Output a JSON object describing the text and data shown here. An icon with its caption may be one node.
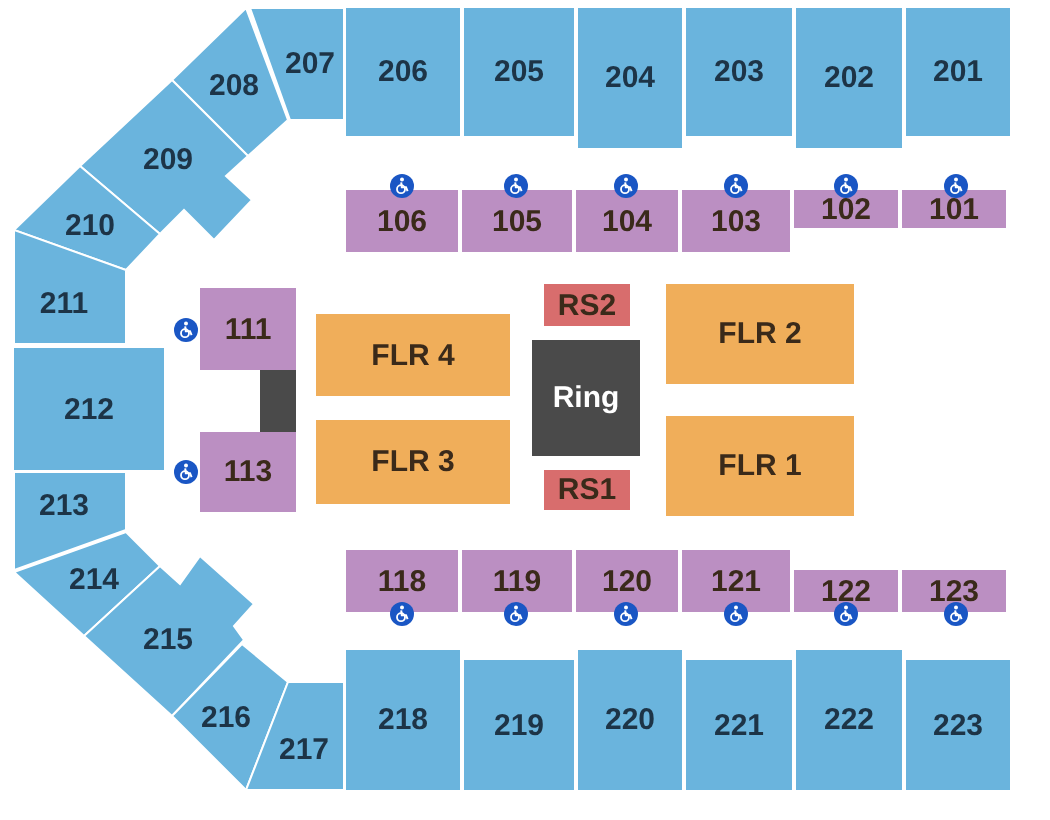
{
  "diagram": {
    "nodes": [
      {
        "text": [
          "207"
        ]
      },
      {
        "text": [
          "206"
        ]
      },
      {
        "text": [
          "205"
        ]
      },
      {
        "text": [
          "204"
        ]
      },
      {
        "text": [
          "203"
        ]
      },
      {
        "text": [
          "202"
        ]
      },
      {
        "text": [
          "201"
        ]
      },
      {
        "text": [
          "208"
        ]
      },
      {
        "text": [
          "209"
        ]
      },
      {
        "text": [
          "106"
        ]
      },
      {
        "text": [
          "105"
        ]
      },
      {
        "text": [
          "104"
        ]
      },
      {
        "text": [
          "103"
        ]
      },
      {
        "text": [
          "102"
        ]
      },
      {
        "text": [
          "101"
        ]
      },
      {
        "text": [
          "210"
        ]
      },
      {
        "text": [
          "211"
        ]
      },
      {
        "text": [
          "111"
        ]
      },
      {
        "text": [
          "RS2"
        ]
      },
      {
        "text": [
          "FLR 4"
        ]
      },
      {
        "text": [
          "FLR 2"
        ]
      },
      {
        "text": [
          "Ring"
        ]
      },
      {
        "text": [],
        "shape": "box"
      },
      {
        "text": [
          "212"
        ]
      },
      {
        "text": [
          "113"
        ]
      },
      {
        "text": [
          "FLR 3"
        ]
      },
      {
        "text": [
          "FLR 1"
        ]
      },
      {
        "text": [
          "RS1"
        ]
      },
      {
        "text": [
          "213"
        ]
      },
      {
        "text": [
          "118"
        ]
      },
      {
        "text": [
          "119"
        ]
      },
      {
        "text": [
          "120"
        ]
      },
      {
        "text": [
          "121"
        ]
      },
      {
        "text": [
          "122"
        ]
      },
      {
        "text": [
          "123"
        ]
      },
      {
        "text": [
          "214"
        ]
      },
      {
        "text": [
          "215"
        ]
      },
      {
        "text": [
          "216"
        ]
      },
      {
        "text": [
          "217"
        ]
      },
      {
        "text": [
          "218"
        ]
      },
      {
        "text": [
          "219"
        ]
      },
      {
        "text": [
          "220"
        ]
      },
      {
        "text": [
          "221"
        ]
      },
      {
        "text": [
          "222"
        ]
      },
      {
        "text": [
          "223"
        ]
      }
    ]
  }
}
